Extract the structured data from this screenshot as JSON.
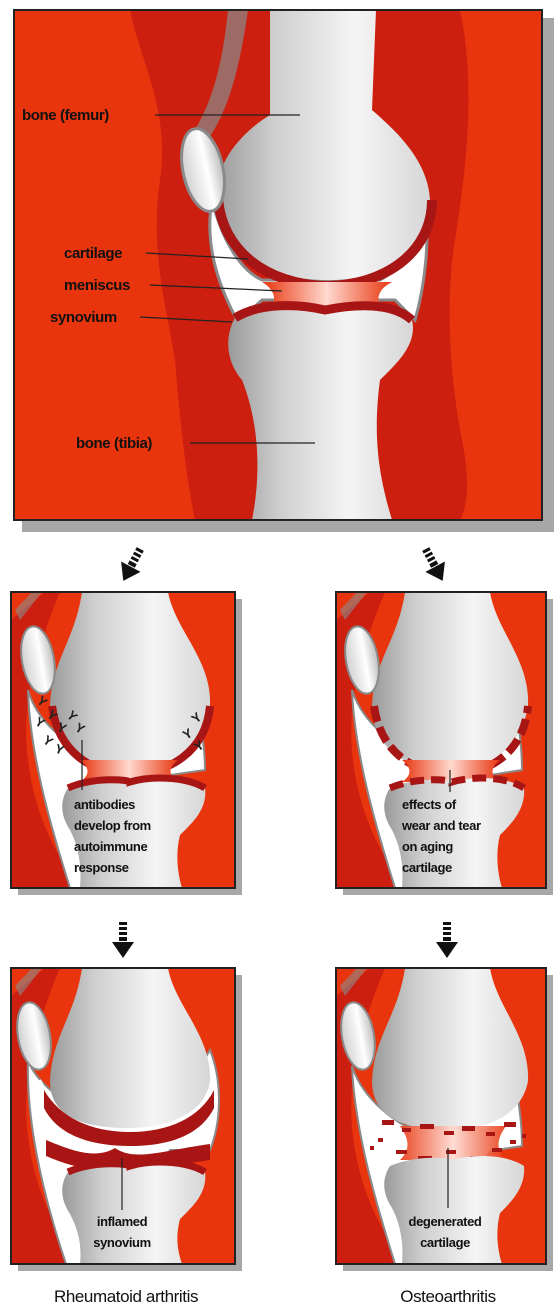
{
  "main_panel": {
    "labels": {
      "femur": "bone (femur)",
      "cartilage": "cartilage",
      "meniscus": "meniscus",
      "synovium": "synovium",
      "tibia": "bone (tibia)"
    }
  },
  "rheumatoid": {
    "stage1_note": [
      "antibodies",
      "develop from",
      "autoimmune",
      "response"
    ],
    "stage2_note": [
      "inflamed",
      "synovium"
    ],
    "caption": "Rheumatoid arthritis"
  },
  "osteoarthritis": {
    "stage1_note": [
      "effects of",
      "wear and tear",
      "on aging",
      "cartilage"
    ],
    "stage2_note": [
      "degenerated",
      "cartilage"
    ],
    "caption": "Osteoarthritis"
  },
  "colors": {
    "tissue_red": "#e8350e",
    "muscle_dark_red": "#cc1f10",
    "cartilage_red": "#a81515",
    "bone_gray": "#b9b9b9",
    "bone_light": "#f3f3f3",
    "outline_gray": "#8a8a8a",
    "panel_shadow": "#a7a7a7"
  }
}
